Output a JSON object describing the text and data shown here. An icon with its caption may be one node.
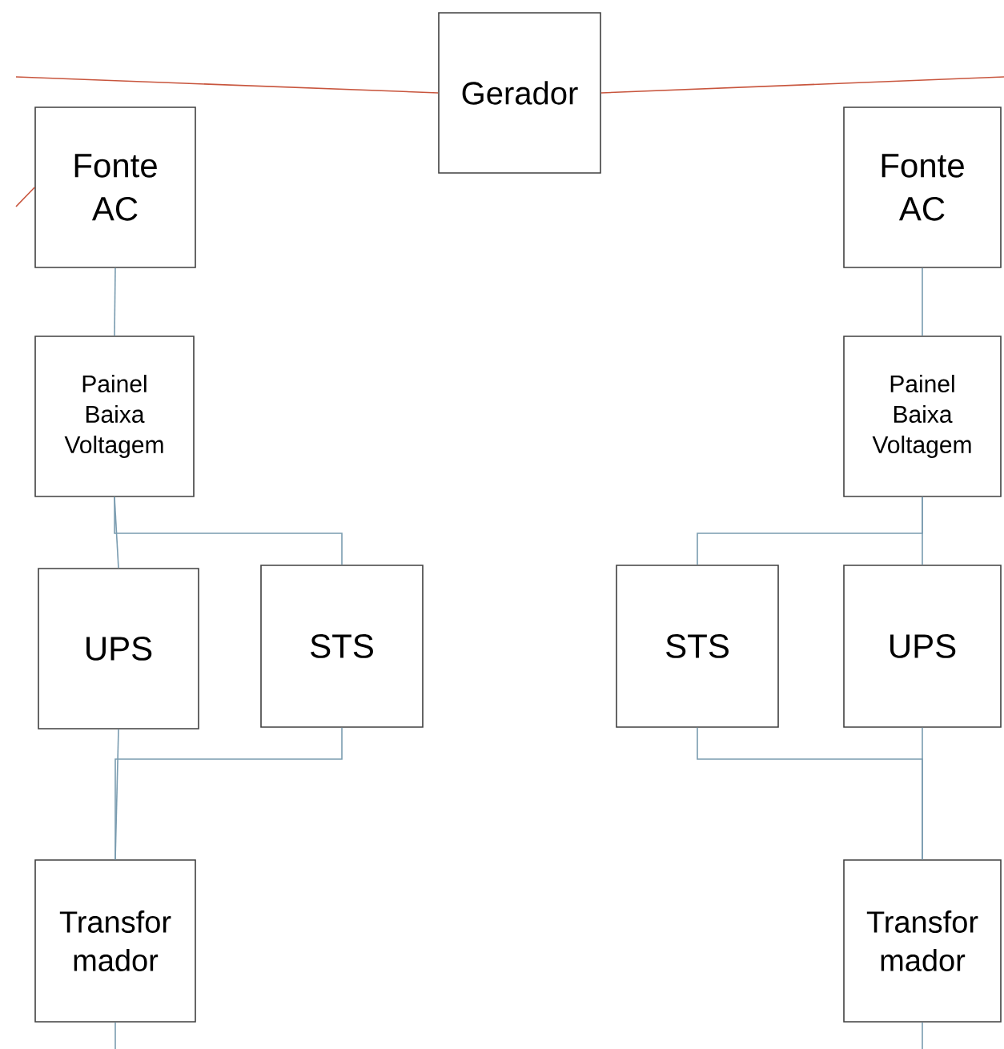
{
  "diagram": {
    "nodes": [
      {
        "text": [
          "Gerador"
        ]
      },
      {
        "text": [
          "Fonte AC"
        ]
      },
      {
        "text": [
          "Fonte AC"
        ]
      },
      {
        "text": [
          "Painel Baixa Voltagem"
        ]
      },
      {
        "text": [
          "Painel Baixa Voltagem"
        ]
      },
      {
        "text": [
          "UPS"
        ]
      },
      {
        "text": [
          "STS"
        ]
      },
      {
        "text": [
          "STS"
        ]
      },
      {
        "text": [
          "UPS"
        ]
      },
      {
        "text": [
          "Transfor mador"
        ]
      },
      {
        "text": [
          "Transfor mador"
        ]
      }
    ],
    "edges": [
      {
        "from": null,
        "to": 0,
        "arrow": "none",
        "color": "#c8553d"
      },
      {
        "from": 0,
        "to": null,
        "arrow": "none",
        "color": "#c8553d"
      },
      {
        "from": null,
        "to": 1,
        "arrow": "none",
        "color": "#c8553d"
      },
      {
        "from": 1,
        "to": 3,
        "arrow": "none"
      },
      {
        "from": 3,
        "to": 5,
        "arrow": "none"
      },
      {
        "from": 3,
        "to": 6,
        "arrow": "none"
      },
      {
        "from": 5,
        "to": 9,
        "arrow": "none"
      },
      {
        "from": 6,
        "to": 9,
        "arrow": "none"
      },
      {
        "from": 9,
        "to": null,
        "arrow": "none"
      },
      {
        "from": 2,
        "to": 4,
        "arrow": "none"
      },
      {
        "from": 4,
        "to": 8,
        "arrow": "none"
      },
      {
        "from": 4,
        "to": 7,
        "arrow": "none"
      },
      {
        "from": 8,
        "to": 10,
        "arrow": "none"
      },
      {
        "from": 7,
        "to": 10,
        "arrow": "none"
      },
      {
        "from": 10,
        "to": null,
        "arrow": "none"
      }
    ]
  }
}
